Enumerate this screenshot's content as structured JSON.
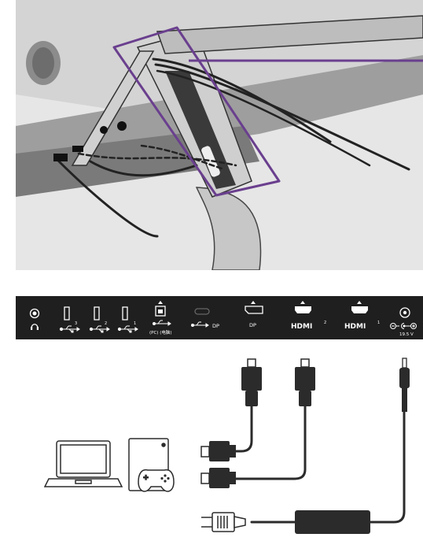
{
  "port_panel": {
    "ports": [
      {
        "id": "headphone",
        "icon": "headphone-icon"
      },
      {
        "id": "usb3",
        "icon": "usb-a-icon",
        "label": "3"
      },
      {
        "id": "usb2",
        "icon": "usb-a-icon",
        "label": "2"
      },
      {
        "id": "usb1",
        "icon": "usb-a-icon",
        "label": "1"
      },
      {
        "id": "usb-b",
        "icon": "usb-b-icon",
        "label": "(PC) (电脑)"
      },
      {
        "id": "usb-c",
        "icon": "usb-c-icon",
        "label": "DP"
      },
      {
        "id": "dp",
        "icon": "displayport-icon",
        "label": "DP"
      },
      {
        "id": "hdmi2",
        "icon": "hdmi-icon",
        "label": "HDMI",
        "sup": "2"
      },
      {
        "id": "hdmi1",
        "icon": "hdmi-icon",
        "label": "HDMI",
        "sup": "1"
      },
      {
        "id": "dc-in",
        "icon": "dc-power-icon",
        "label": "19.5 V"
      }
    ]
  },
  "devices": [
    {
      "id": "laptop",
      "icon": "laptop-icon"
    },
    {
      "id": "game-console",
      "icon": "game-console-icon"
    }
  ],
  "colors": {
    "highlight": "#6a3f8e",
    "panel": "#1f1f1f",
    "cable": "#2b2b2b",
    "stand": "#bfbfbf",
    "monitor_back": "#d9d9d9"
  }
}
